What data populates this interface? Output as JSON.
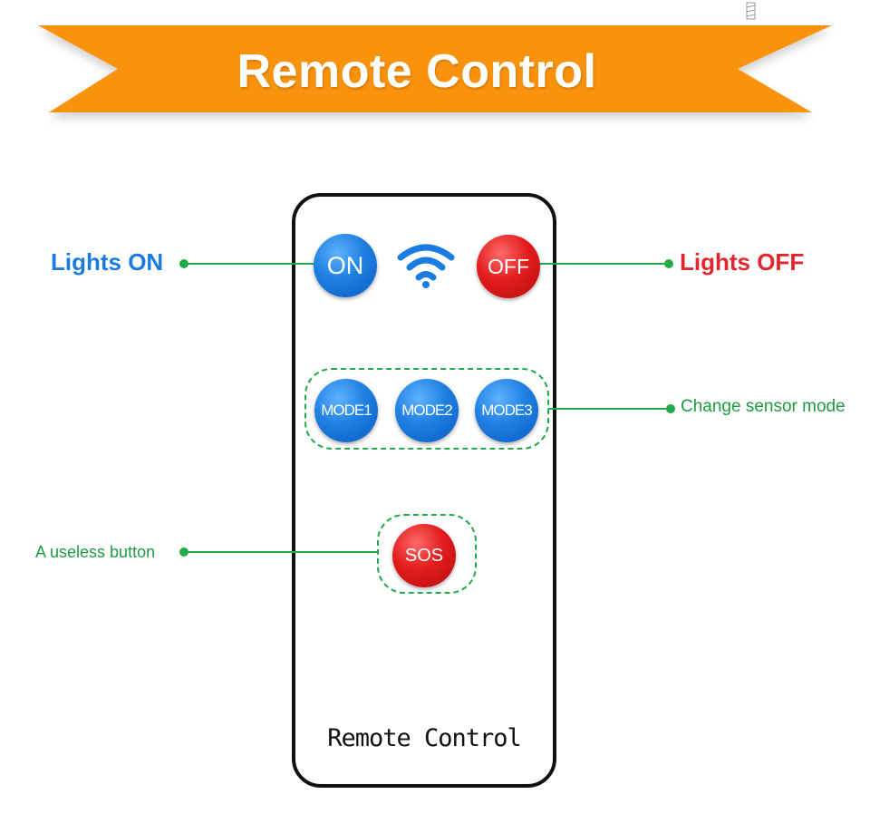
{
  "banner": {
    "title": "Remote Control",
    "color": "#f9920c"
  },
  "remote": {
    "label": "Remote Control",
    "buttons": {
      "on": "ON",
      "off": "OFF",
      "mode1": "MODE1",
      "mode2": "MODE2",
      "mode3": "MODE3",
      "sos": "SOS"
    },
    "icon": "wifi-icon"
  },
  "callouts": {
    "lights_on": "Lights ON",
    "lights_off": "Lights OFF",
    "change_mode": "Change sensor mode",
    "useless": "A useless button"
  },
  "colors": {
    "blue_button": "#1e7fe2",
    "red_button": "#e21c1c",
    "callout_green": "#22a94a",
    "lights_on_text": "#1a7be0",
    "lights_off_text": "#e3262e"
  }
}
